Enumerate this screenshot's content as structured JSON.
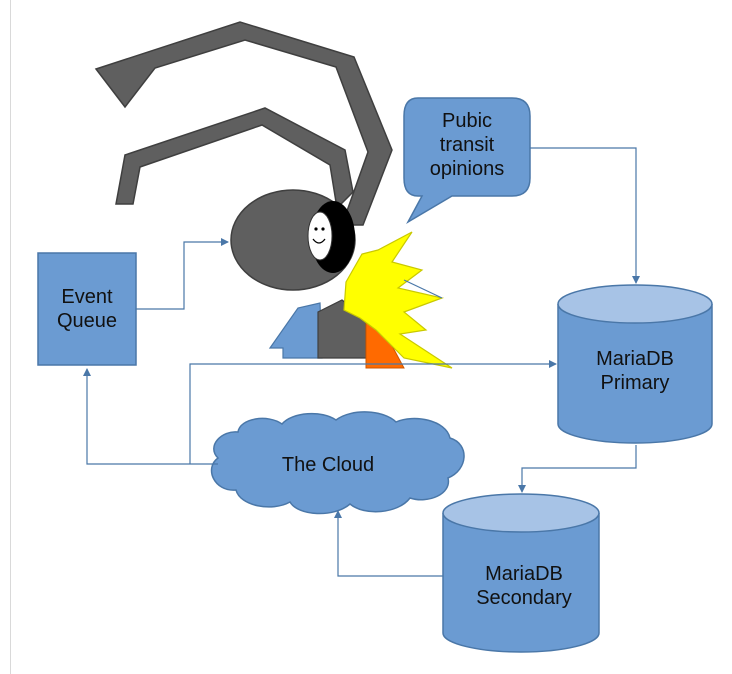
{
  "diagram": {
    "nodes": {
      "event_queue": "Event\nQueue",
      "speech_bubble": "Pubic\ntransit\nopinions",
      "mariadb_primary": "MariaDB\nPrimary",
      "mariadb_secondary": "MariaDB\nSecondary",
      "cloud": "The Cloud"
    },
    "colors": {
      "node_fill": "#6b9bd2",
      "node_stroke": "#4a77a8",
      "cylinder_top": "#a7c3e6",
      "connector": "#4a77a8",
      "robot_gray": "#5f5f5f",
      "explosion_yellow": "#ffff00",
      "explosion_orange": "#ff6a00"
    }
  }
}
